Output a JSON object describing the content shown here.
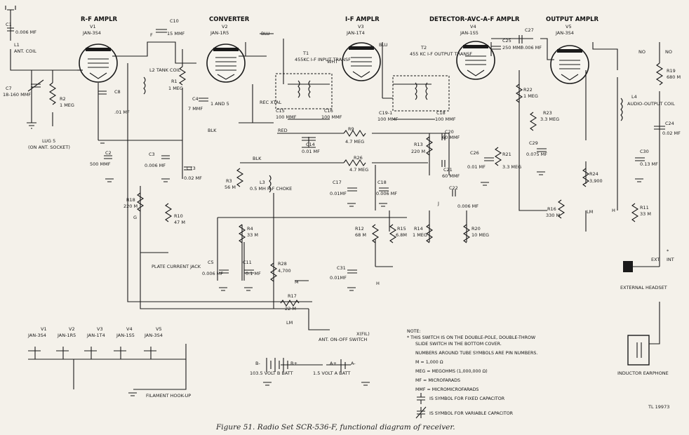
{
  "sections": {
    "rf": "R-F AMPLR",
    "converter": "CONVERTER",
    "if": "I-F AMPLR",
    "detector": "DETECTOR-AVC-A-F AMPLR",
    "output": "OUTPUT AMPLR"
  },
  "tubes": [
    {
      "ref": "V1",
      "type": "JAN-3S4"
    },
    {
      "ref": "V2",
      "type": "JAN-1R5"
    },
    {
      "ref": "V3",
      "type": "JAN-1T4"
    },
    {
      "ref": "V4",
      "type": "JAN-1S5"
    },
    {
      "ref": "V5",
      "type": "JAN-3S4"
    }
  ],
  "labels": {
    "c1": "C1",
    "c1v": "0.006 MF",
    "l1": "L1",
    "l1d": "ANT. COIL",
    "c7": "C7",
    "c7v": "18-160 MMF",
    "r2": "R2",
    "r2v": "1 MEG",
    "lug": "LUG 5",
    "lugd": "(ON ANT. SOCKET)",
    "c8": "C8",
    "c8v": ".01 MF",
    "l2": "L2 TANK COIL",
    "c10": "C10",
    "c10v": "15 MMF",
    "r1": "R1",
    "r1v": "1 MEG",
    "c4": "C4",
    "c4v": "7 MMF",
    "tanda": "1 AND 5",
    "rec": "REC XTAL",
    "t1": "T1",
    "t1d": "455KC I-F INPUT TRANSF",
    "c15": "C15",
    "c15v": "100 MMF",
    "c16": "C16",
    "c16v": "100 MMF",
    "t2": "T2",
    "t2d": "455 KC I-F OUTPUT TRANSF",
    "c19": "C19-1",
    "c19v": "100 MMF",
    "c18": "C18",
    "c18v": "100 MMF",
    "c25": "C25",
    "c25v": "250 MMF",
    "c27": "C27",
    "c27v": "0.006 MF",
    "r22": "R22",
    "r22v": "1 MEG",
    "r23": "R23",
    "r23v": "3.3 MEG",
    "r19": "R19",
    "r19v": "680 M",
    "l4": "L4",
    "l4d": "AUDIO-OUTPUT COIL",
    "c24": "C24",
    "c24v": "0.02 MF",
    "blk": "BLK",
    "blu": "BLU",
    "red": "RED",
    "wht": "WHT",
    "r9": "R9",
    "r9v": "4.7 MEG",
    "r26": "R26",
    "r26v": "4.7 MEG",
    "c14": "C14",
    "c14v": "0.01 MF",
    "c20": "C20",
    "c20v": "60 MMF",
    "r13": "R13",
    "r13v": "220 M",
    "c21": "C21",
    "c21v": "60 MMF",
    "c26": "C26",
    "c26v": "0.01 MF",
    "r21": "R21",
    "r21v": "3.3 MEG",
    "c29": "C29",
    "c29v": "0.075 MF",
    "c30": "C30",
    "c30v": "0.13 MF",
    "c2": "C2",
    "c2v": "500 MMF",
    "c3": "C3",
    "c3v": "0.006 MF",
    "c13": "C13",
    "c13v": "0.02 MF",
    "r3": "R3",
    "r3v": "56 M",
    "l3": "L3",
    "l3d": "0.5 MH R-F CHOKE",
    "c17": "C17",
    "c17v": "0.01MF",
    "c18b": "C18",
    "c18bv": "0.006 MF",
    "c22": "C22",
    "c22v": "0.006 MF",
    "r24": "R24",
    "r24v": "3,900",
    "r18": "R18",
    "r18v": "220 M",
    "r10": "R10",
    "r10v": "47 M",
    "r4": "R4",
    "r4v": "33 M",
    "r12": "R12",
    "r12v": "68 M",
    "r15": "R15",
    "r15v": "6.8M",
    "r14": "R14",
    "r14v": "1 MEG",
    "r20": "R20",
    "r20v": "10 MEG",
    "r16": "R16",
    "r16v": "330 M",
    "r11": "R11",
    "r11v": "33 M",
    "plate": "PLATE CURRENT JACK",
    "c5": "C5",
    "c5v": "0.006 MF",
    "c11": "C11",
    "c11v": "0.1 MF",
    "r28": "R28",
    "r28v": "4,700",
    "c31": "C31",
    "c31v": "0.01MF",
    "r17": "R17",
    "r17v": "22 M",
    "sw_f": "F",
    "sw_g": "G",
    "sw_m": "M",
    "sw_j": "J",
    "sw_lm": "LM",
    "sw_h": "H",
    "sw_no": "NO",
    "ext": "EXT",
    "int": "INT",
    "star": "*",
    "headset": "EXTERNAL HEADSET",
    "xfil": "X(FIL)",
    "antsw": "ANT. ON-OFF SWITCH",
    "bbatt": "103.5 VOLT B BATT",
    "abatt": "1.5 VOLT A BATT",
    "bminus": "B-",
    "bplus": "B+",
    "aplus": "A+",
    "aminus": "A-",
    "filament": "FILAMENT HOOK-UP",
    "earphone": "INDUCTOR EARPHONE",
    "code": "TL 19973"
  },
  "notes": [
    "NOTE:",
    "* THIS SWITCH IS ON THE DOUBLE-POLE, DOUBLE-THROW",
    "SLIDE SWITCH IN THE BOTTOM COVER.",
    "NUMBERS AROUND TUBE SYMBOLS ARE PIN NUMBERS.",
    "M = 1,000 Ω",
    "MEG = MEGOHMS (1,000,000 Ω)",
    "MF = MICROFARADS",
    "MMF = MICROMICROFARADS",
    "IS SYMBOL FOR FIXED CAPACITOR",
    "IS SYMBOL FOR VARIABLE CAPACITOR"
  ],
  "caption": "Figure 51. Radio Set SCR-536-F, functional diagram of receiver."
}
